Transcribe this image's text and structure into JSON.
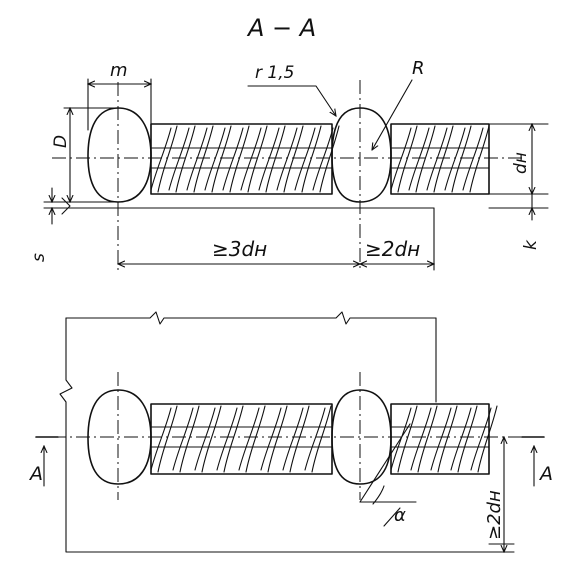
{
  "section_title": "A − A",
  "labels": {
    "m": "m",
    "r": "r 1,5",
    "R": "R",
    "D": "D",
    "d_n": "dн",
    "k": "k",
    "s": "s",
    "dim_3d": "≥3dн",
    "dim_2d": "≥2dн",
    "dim_2d_vertical": "≥2dн",
    "alpha": "α",
    "arrow_left": "A",
    "arrow_right": "A"
  }
}
